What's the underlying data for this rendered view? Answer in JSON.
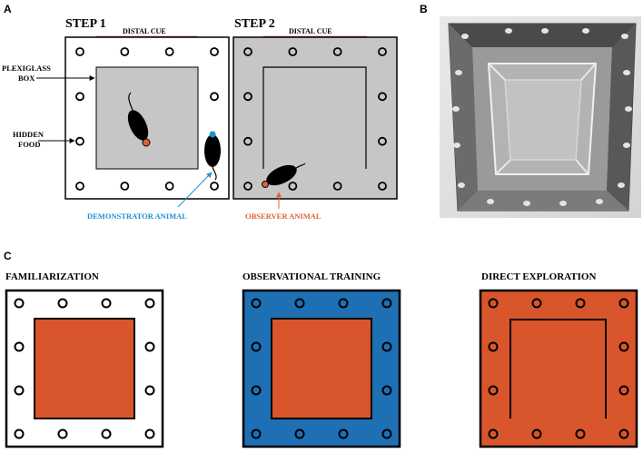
{
  "panels": {
    "a": "A",
    "b": "B",
    "c": "C"
  },
  "step1": {
    "title": "STEP 1",
    "cue": "DISTAL CUE",
    "label_box_1": "PLEXIGLASS",
    "label_box_2": "BOX",
    "label_food_1": "HIDDEN",
    "label_food_2": "FOOD",
    "demonstrator": "DEMONSTRATOR ANIMAL"
  },
  "step2": {
    "title": "STEP 2",
    "cue": "DISTAL CUE",
    "observer": "OBSERVER ANIMAL"
  },
  "phases": {
    "familiarization": "FAMILIARIZATION",
    "observational": "OBSERVATIONAL TRAINING",
    "direct": "DIRECT EXPLORATION"
  },
  "colors": {
    "orange": "#d9552b",
    "blue": "#1f6fb5",
    "red_cue": "#e0383a",
    "gray": "#c8c8c8",
    "demonstrator_text": "#1f8fd6",
    "observer_text": "#e0603a"
  }
}
